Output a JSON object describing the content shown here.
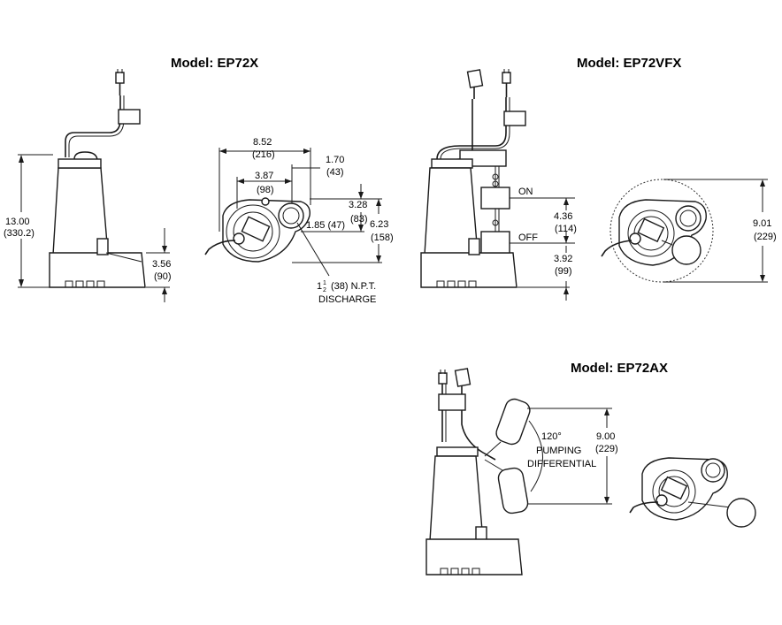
{
  "models": {
    "m1": {
      "title": "Model: EP72X"
    },
    "m2": {
      "title": "Model: EP72VFX"
    },
    "m3": {
      "title": "Model: EP72AX"
    }
  },
  "ep72x_side": {
    "height_in": "13.00",
    "height_mm": "(330.2)",
    "base_in": "3.56",
    "base_mm": "(90)"
  },
  "ep72x_top": {
    "width_in": "8.52",
    "width_mm": "(216)",
    "offset_in": "1.70",
    "offset_mm": "(43)",
    "inner_in": "3.87",
    "inner_mm": "(98)",
    "d1_in": "3.28",
    "d1_mm": "(83)",
    "d2": "1.85 (47)",
    "d3_in": "6.23",
    "d3_mm": "(158)",
    "discharge_frac_num": "1",
    "discharge_frac_den": "2",
    "discharge_prefix": "1",
    "discharge_text": "(38) N.P.T.",
    "discharge_label": "DISCHARGE"
  },
  "ep72vfx_side": {
    "on_label": "ON",
    "off_label": "OFF",
    "diff_in": "4.36",
    "diff_mm": "(114)",
    "base_in": "3.92",
    "base_mm": "(99)"
  },
  "ep72vfx_top": {
    "dia_in": "9.01",
    "dia_mm": "(229)"
  },
  "ep72ax_side": {
    "angle": "120°",
    "label_line1": "PUMPING",
    "label_line2": "DIFFERENTIAL",
    "diff_in": "9.00",
    "diff_mm": "(229)"
  }
}
